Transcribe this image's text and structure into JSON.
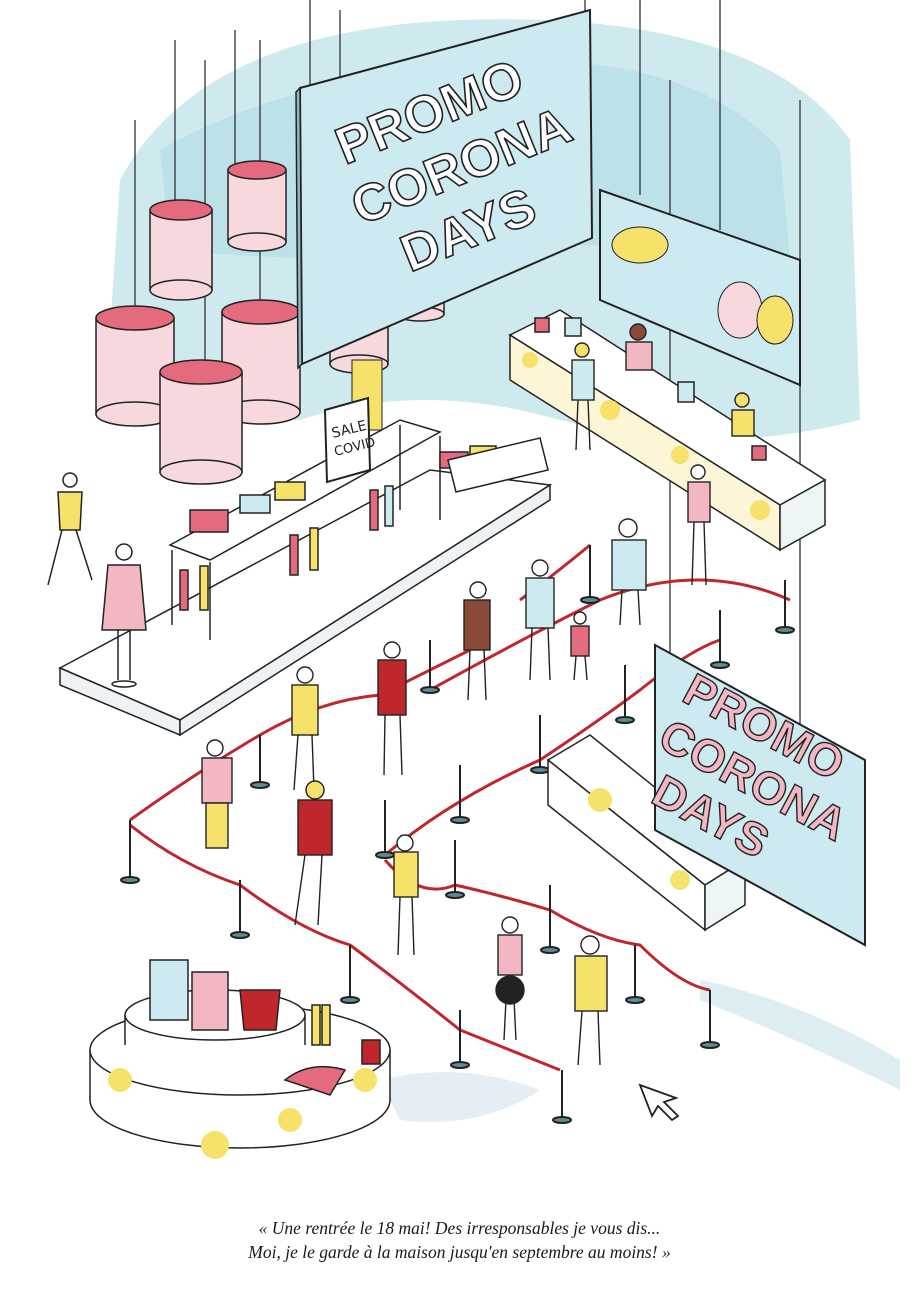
{
  "banner_top": {
    "line1": "PROMO",
    "line2": "CORONA",
    "line3": "DAYS"
  },
  "banner_right": {
    "line1": "PROMO",
    "line2": "CORONA",
    "line3": "DAYS"
  },
  "sale_sign": {
    "line1": "SALE",
    "line2": "COVID"
  },
  "caption": {
    "line1": "« Une rentrée le 18 mai! Des irresponsables je vous dis...",
    "line2": "Moi, je le garde à la maison jusqu'en septembre au moins! »"
  },
  "colors": {
    "sky_wash": "#bfe3ea",
    "sign_panel": "#cdeaf0",
    "pink": "#e46a7e",
    "yellow": "#f6e26a",
    "rope": "#c0272d",
    "ink": "#222222"
  },
  "icons": [
    "cursor-arrow-icon"
  ]
}
